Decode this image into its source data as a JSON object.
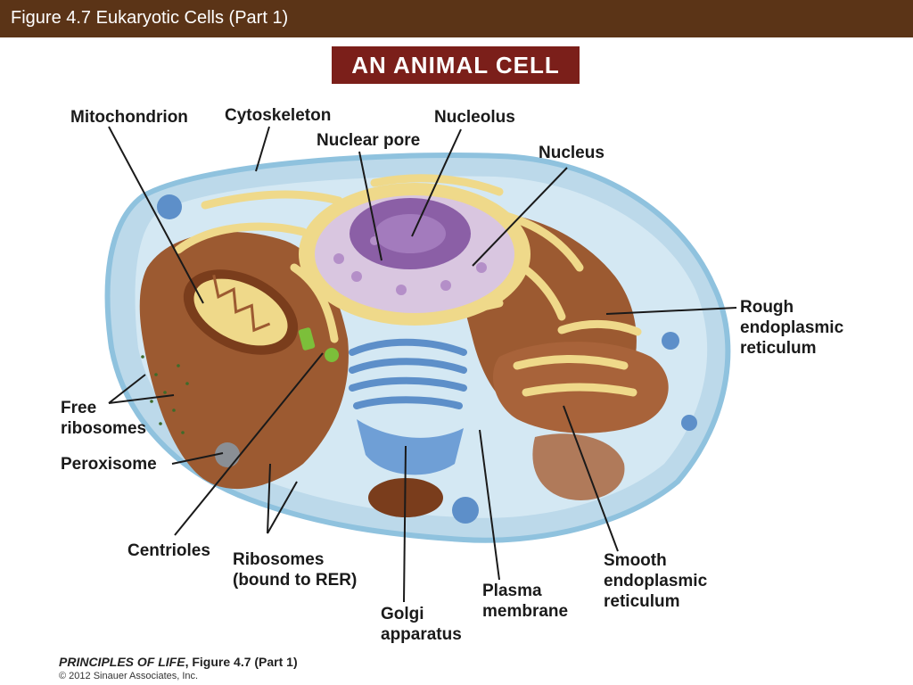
{
  "header": {
    "figure_title": "Figure 4.7  Eukaryotic Cells (Part 1)"
  },
  "banner": {
    "text": "AN ANIMAL CELL"
  },
  "labels": {
    "mitochondrion": "Mitochondrion",
    "cytoskeleton": "Cytoskeleton",
    "nucleolus": "Nucleolus",
    "nuclear_pore": "Nuclear pore",
    "nucleus": "Nucleus",
    "rough_er_1": "Rough",
    "rough_er_2": "endoplasmic",
    "rough_er_3": "reticulum",
    "free_ribosomes_1": "Free",
    "free_ribosomes_2": "ribosomes",
    "peroxisome": "Peroxisome",
    "centrioles": "Centrioles",
    "ribosomes_1": "Ribosomes",
    "ribosomes_2": "(bound to RER)",
    "golgi_1": "Golgi",
    "golgi_2": "apparatus",
    "plasma_1": "Plasma",
    "plasma_2": "membrane",
    "smooth_er_1": "Smooth",
    "smooth_er_2": "endoplasmic",
    "smooth_er_3": "reticulum"
  },
  "footer": {
    "book_title": "PRINCIPLES OF LIFE",
    "figure_ref": ", Figure 4.7 (Part 1)",
    "copyright": "© 2012 Sinauer Associates, Inc."
  },
  "colors": {
    "title_bar": "#5b3417",
    "banner": "#7b1f1a",
    "cytoplasm": "#bcd9ea",
    "membrane": "#8fc2de",
    "er_brown": "#9c5a31",
    "er_yellow": "#efd98a",
    "nucleus": "#d9c6e0",
    "nucleolus": "#8b5fa6",
    "golgi": "#5d8fc9"
  }
}
